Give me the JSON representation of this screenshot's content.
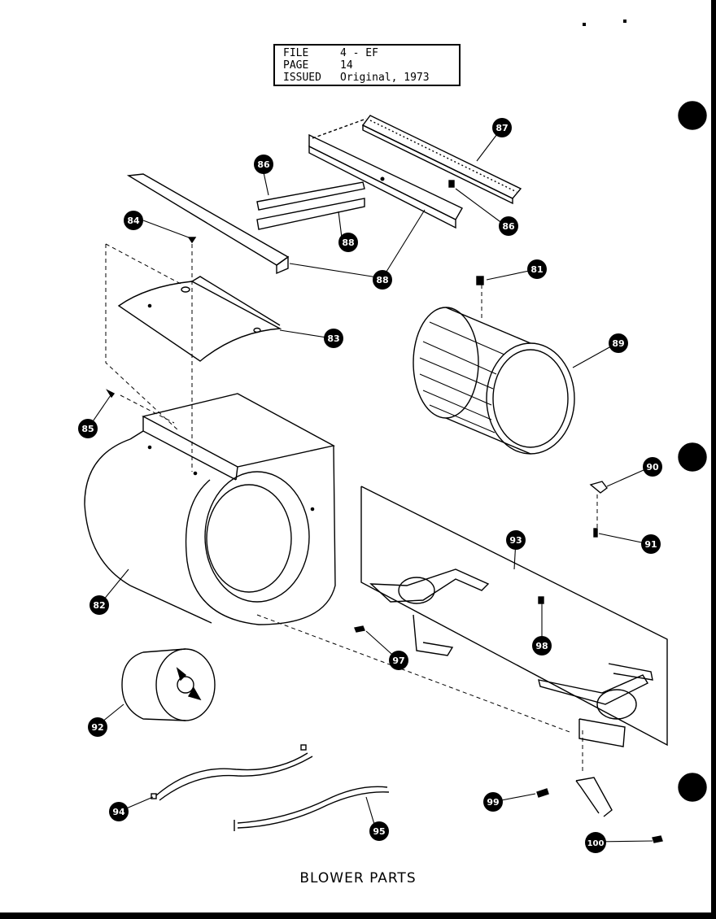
{
  "header": {
    "file_label": "FILE",
    "file_value": "4 - EF",
    "page_label": "PAGE",
    "page_value": "14",
    "issued_label": "ISSUED",
    "issued_value": "Original, 1973"
  },
  "title": "BLOWER PARTS",
  "callouts": {
    "top_rail": "87",
    "upper_strip": "86",
    "lower_strip": "88",
    "top_screw": "86",
    "left_screw": "84",
    "angle_bracket": "88",
    "curved_plate": "83",
    "wheel_screw": "81",
    "blower_wheel": "89",
    "side_screw": "85",
    "housing": "82",
    "motor_mount_nut": "90",
    "motor_mount_bolt": "91",
    "motor_mount": "93",
    "mount_screw": "97",
    "mount_nut": "98",
    "motor": "92",
    "wire_harness": "94",
    "cable": "95",
    "bracket_nut": "99",
    "bracket_screw": "100"
  }
}
